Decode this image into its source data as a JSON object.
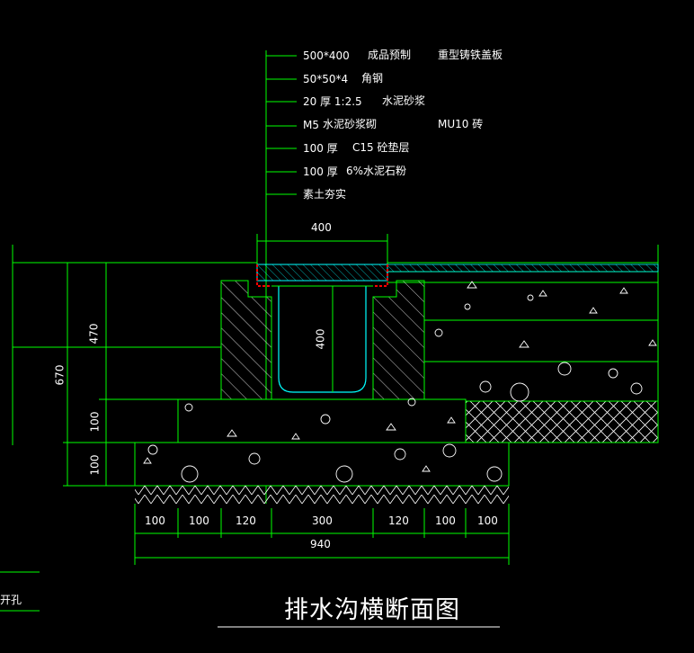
{
  "legend": {
    "layers": [
      {
        "spec": "500*400",
        "desc": "成品预制",
        "extra": "重型铸铁盖板"
      },
      {
        "spec": "50*50*4",
        "desc": "角钢",
        "extra": ""
      },
      {
        "spec": "20 厚 1:2.5",
        "desc": "水泥砂浆",
        "extra": ""
      },
      {
        "spec": "M5",
        "desc": "水泥砂浆砌",
        "extra": "MU10 砖"
      },
      {
        "spec": "100 厚",
        "desc": "C15 砼垫层",
        "extra": ""
      },
      {
        "spec": "100 厚",
        "desc": "6%水泥石粉",
        "extra": ""
      },
      {
        "spec": "",
        "desc": "素土夯实",
        "extra": ""
      }
    ]
  },
  "dimensions": {
    "top_width": "400",
    "inner_depth": "400",
    "left_total": "670",
    "left_upper": "470",
    "left_mid": "100",
    "left_lower": "100",
    "bottom_segments": [
      "100",
      "100",
      "120",
      "300",
      "120",
      "100",
      "100"
    ],
    "bottom_total": "940"
  },
  "side_note": "开孔",
  "title": "排水沟横断面图",
  "colors": {
    "line": "#00ff00",
    "hatch": "#ffffff",
    "cover": "#00ffff",
    "angle_steel": "#ff0000",
    "text": "#ffffff"
  }
}
